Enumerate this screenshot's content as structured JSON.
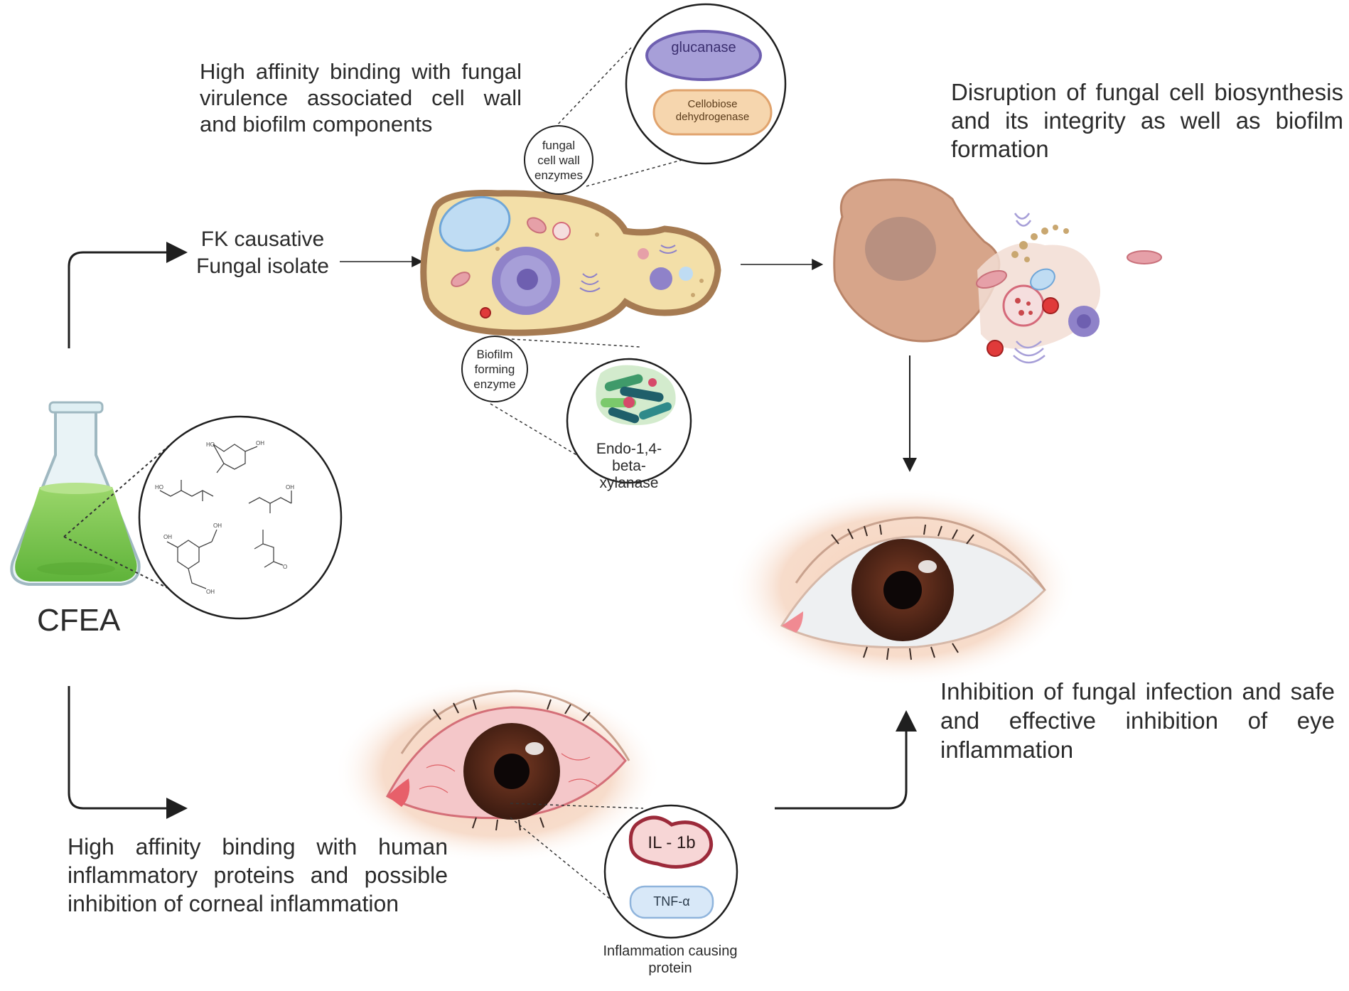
{
  "labels": {
    "cfea": "CFEA",
    "fk_isolate": "FK causative Fungal isolate",
    "binding_fungal": "High affinity binding with fungal virulence associated cell wall and biofilm components",
    "disruption": "Disruption of fungal cell biosynthesis and its integrity as well as biofilm formation",
    "inhibition": "Inhibition of fungal infection and safe and effective inhibition of eye inflammation",
    "binding_human": "High affinity binding with human inflammatory proteins and possible inhibition of corneal inflammation",
    "cell_wall_enzymes": "fungal cell wall enzymes",
    "glucanase": "glucanase",
    "cellobiose": "Cellobiose dehydrogenase",
    "biofilm_enzyme": "Biofilm forming enzyme",
    "xylanase": "Endo-1,4-beta-xylanase",
    "il1b": "IL - 1b",
    "tnf": "TNF-α",
    "inflammation_protein": "Inflammation causing protein"
  },
  "colors": {
    "arrow": "#1f1f1f",
    "flask_liquid": "#7ccb4e",
    "yeast_cell": "#f3dfa8",
    "yeast_wall": "#a67b52",
    "disrupted_cell": "#d7a58a",
    "iris": "#4a2417",
    "glucanase": "#a79fd8",
    "cellobiose": "#f6d6ae",
    "il1b": "#f7d6d6",
    "tnf": "#d8e8f8",
    "red_eye": "#e7606a"
  },
  "icons": [
    "flask-icon",
    "molecule-icon",
    "yeast-cell-icon",
    "disrupted-cell-icon",
    "bacteria-icon",
    "healthy-eye-icon",
    "inflamed-eye-icon"
  ]
}
